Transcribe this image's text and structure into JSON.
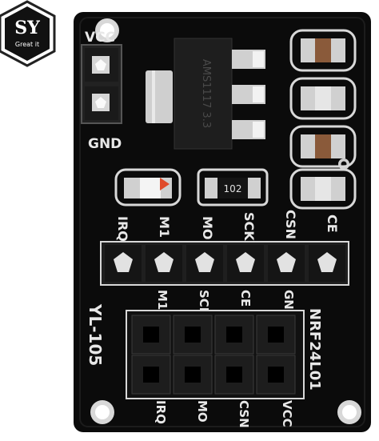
{
  "logo": {
    "text": "SY",
    "tagline": "Great it"
  },
  "board": {
    "vcc_label": "VCC",
    "gnd_label": "GND",
    "regulator_text": "AMS1117 3.3",
    "resistor_code": "102",
    "top_labels": [
      "IRQ",
      "M1",
      "MO",
      "SCK",
      "CSN",
      "CE"
    ],
    "header_bottom_labels": [
      "M1",
      "SCK",
      "CE",
      "GND"
    ],
    "model_label": "YL-105",
    "module_label": "NRF24L01",
    "socket_bottom_labels": [
      "IRQ",
      "MO",
      "CSN",
      "VCC"
    ]
  },
  "colors": {
    "pcb": "#0b0b0b",
    "silkscreen": "#e8e8e8",
    "pad": "#cfcfcf",
    "capacitor_body": "#8a5a3a"
  },
  "icons": [
    "logo-hexagon-icon"
  ]
}
